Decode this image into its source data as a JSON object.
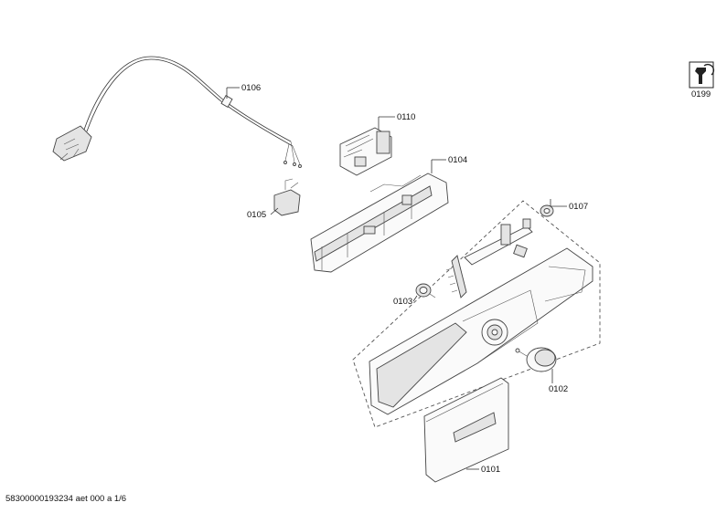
{
  "parts": [
    {
      "id": "power-cord",
      "label": "0106"
    },
    {
      "id": "control-module",
      "label": "0110"
    },
    {
      "id": "module-carrier",
      "label": "0104"
    },
    {
      "id": "suppressor",
      "label": "0105"
    },
    {
      "id": "fascia-assembly",
      "label": "0107"
    },
    {
      "id": "button",
      "label": "0103"
    },
    {
      "id": "selector-knob",
      "label": "0102"
    },
    {
      "id": "drawer-handle",
      "label": "0101"
    },
    {
      "id": "service-tool",
      "label": "0199"
    }
  ],
  "footer": {
    "doc_number": "58300000193234 aet 000 a 1/6"
  }
}
